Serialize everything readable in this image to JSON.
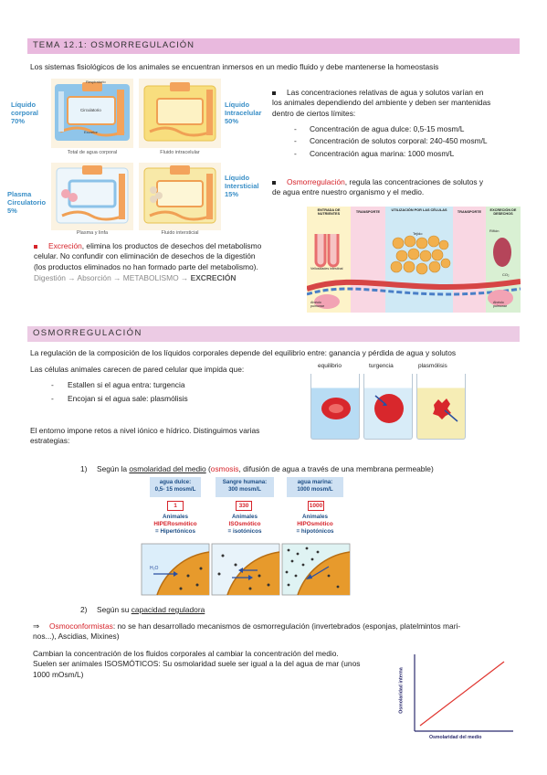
{
  "header": {
    "title": "TEMA 12.1: OSMORREGULACIÓN"
  },
  "intro": "Los sistemas fisiológicos de los animales se encuentran inmersos en un medio fluido y debe mantenerse la homeostasis",
  "fluids_figure": {
    "labels": {
      "corporal_1": "Líquido",
      "corporal_2": "corporal",
      "corporal_3": "70%",
      "intracelular_1": "Líquido",
      "intracelular_2": "Intracelular",
      "intracelular_3": "50%",
      "plasma_1": "Plasma",
      "plasma_2": "Circulatorio",
      "plasma_3": "5%",
      "intersticial_1": "Líquido",
      "intersticial_2": "Intersticial",
      "intersticial_3": "15%"
    },
    "inner": {
      "respiratorio": "Respiratorio",
      "circulatorio": "Circulatorio",
      "excretor": "Excretor",
      "digestivo": "Digestivo",
      "tejidos": "Tejidos"
    },
    "captions": {
      "total": "Total de agua corporal",
      "intracelular": "Fluido intracelular",
      "plasma": "Plasma y linfa",
      "intersticial": "Fluido intersticial"
    }
  },
  "concentrations": {
    "lead_1": "Las concentraciones relativas de agua y solutos varían en",
    "lead_2": "los animales dependiendo del ambiente y deben ser mantenidas",
    "lead_3": "dentro de ciertos límites:",
    "items": [
      "Concentración de agua dulce: 0,5-15 mosm/L",
      "Concentración de solutos corporal: 240-450 mosm/L",
      "Concentración agua marina: 1000 mosm/L"
    ]
  },
  "osmo_def": {
    "term": "Osmorregulación",
    "rest_1": ", regula las concentraciones de solutos y",
    "rest_2": "de agua entre nuestro organismo y el medio."
  },
  "process_figure": {
    "headers": [
      "ENTRADA DE NUTRIENTES",
      "TRANSPORTE",
      "UTILIZACIÓN POR LAS CÉLULAS",
      "TRANSPORTE",
      "EXCRECIÓN DE DESECHOS"
    ],
    "labels": {
      "tejido": "Tejido",
      "vellosidades": "Vellosidades intestinal",
      "alveolo_1": "Alvéolo",
      "alveolo_2": "pulmonar",
      "riñon": "Riñón",
      "co2": "CO₂",
      "alveolo2_1": "Alvéolo",
      "alveolo2_2": "pulmonar"
    }
  },
  "excrecion": {
    "term": "Excreción",
    "rest_1": ", elimina los productos de desechos del metabolismo",
    "line_2": "celular. No confundir con eliminación de desechos de la digestión",
    "line_3": "(los productos eliminados no han formado parte del metabolismo).",
    "chain": {
      "a": "Digestión",
      "b": "Absorción",
      "c": "METABOLISMO",
      "d": "EXCRECIÓN",
      "arrow": "→"
    }
  },
  "section2": {
    "title": "OSMORREGULACIÓN",
    "p1": "La regulación de la composición de los líquidos corporales depende del equilibrio entre: ganancia y pérdida de agua y solutos",
    "p2": "Las células animales carecen de pared celular que impida que:",
    "dash_items": [
      "Estallen si el agua entra: turgencia",
      "Encojan si el agua sale: plasmólisis"
    ],
    "p3_1": "El entorno impone retos a nivel iónico e hídrico. Distinguimos varias",
    "p3_2": "estrategias:"
  },
  "beakers": {
    "labels": [
      "equilibrio",
      "turgencia",
      "plasmólisis"
    ]
  },
  "strategy1": {
    "num": "1)",
    "pre": "Según la ",
    "ul": "osmolaridad del medio",
    "paren_open": " (",
    "osmosis": "osmosis",
    "post": ", difusión de agua a través de una membrana permeable)"
  },
  "osm_table": {
    "columns": [
      {
        "h1": "agua dulce:",
        "h2": "0,5- 15 mosm/L",
        "num": "1",
        "l1": "Animales",
        "l2": "HIPERosmótico",
        "l3": "= Hipertónicos"
      },
      {
        "h1": "Sangre humana:",
        "h2": "300 mosm/L",
        "num": "330",
        "l1": "Animales",
        "l2": "ISOsmótico",
        "l3": "= isotónicos"
      },
      {
        "h1": "agua marina:",
        "h2": "1000 mosm/L",
        "num": "1000",
        "l1": "Animales",
        "l2": "HIPOsmótico",
        "l3": "= hipotónicos"
      }
    ],
    "h2o": "H₂O"
  },
  "strategy2": {
    "num": "2)",
    "pre": "Según su ",
    "ul": "capacidad reguladora"
  },
  "osmoconformistas": {
    "arrow": "⇒",
    "term": "Osmoconformistas",
    "rest_1": ": no se han desarrollado mecanismos de osmorregulación (invertebrados (esponjas, platelmintos mari-",
    "rest_2": "nos...), Ascidias, Mixines)"
  },
  "conform_text": {
    "l1": "Cambian la concentración de los fluidos corporales al cambiar la concentración del medio.",
    "l2": "Suelen ser animales ISOSMÓTICOS: Su osmolaridad suele ser igual a la del agua de mar (unos",
    "l3": "1000 mOsm/L)"
  },
  "graph": {
    "ylabel": "Osmolaridad interna",
    "xlabel": "Osmolaridad del medio",
    "line_color": "#e0352f"
  }
}
